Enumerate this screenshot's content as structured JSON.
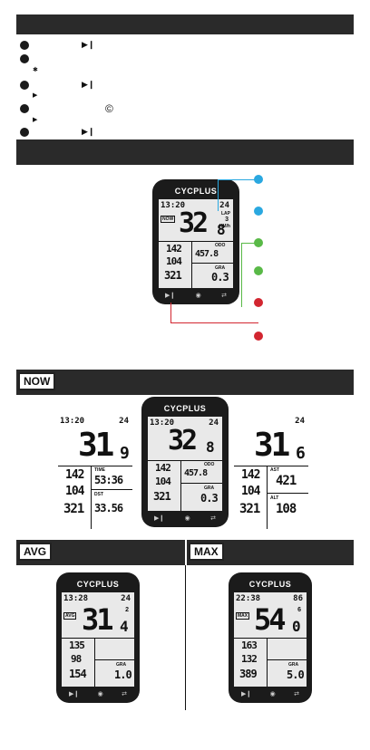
{
  "steps": {
    "play_icon": "▶❙",
    "sub_icon": "▶",
    "gear_icon": "©",
    "small_icon": "✱"
  },
  "colors": {
    "blue": "#2aa8e0",
    "green": "#59b947",
    "red": "#d22630",
    "dark": "#2a2a2a"
  },
  "device_main": {
    "brand": "CYCPLUS",
    "time": "13:20",
    "battery": "24",
    "speed_int": "32",
    "speed_dec": "8",
    "hr": "142",
    "cad": "104",
    "power": "321",
    "odo_label": "ODO",
    "odo": "457.8",
    "gra_label": "GRA",
    "gra": "0.3",
    "now_tag": "NOW",
    "lap_label": "LAP",
    "lap": "3",
    "unit": "KM/h"
  },
  "section_now": {
    "badge": "NOW",
    "left": {
      "time": "13:20",
      "battery": "24",
      "speed_int": "31",
      "speed_dec": "9",
      "hr": "142",
      "cad": "104",
      "power": "321",
      "time_label": "TIME",
      "time_val": "53:36",
      "dst_label": "DST",
      "dst_val": "33.56"
    },
    "center": {
      "brand": "CYCPLUS",
      "time": "13:20",
      "battery": "24",
      "speed_int": "32",
      "speed_dec": "8",
      "hr": "142",
      "cad": "104",
      "power": "321",
      "odo_label": "ODO",
      "odo": "457.8",
      "gra_label": "GRA",
      "gra": "0.3"
    },
    "right": {
      "battery": "24",
      "speed_int": "31",
      "speed_dec": "6",
      "hr": "142",
      "cad": "104",
      "power": "321",
      "ast_label": "AST",
      "ast_val": "421",
      "alt_label": "ALT",
      "alt_val": "108"
    }
  },
  "section_avg": {
    "badge": "AVG",
    "brand": "CYCPLUS",
    "time": "13:28",
    "battery": "24",
    "speed_int": "31",
    "speed_dec": "4",
    "hr": "135",
    "cad": "98",
    "power": "154",
    "gra_label": "GRA",
    "gra": "1.0",
    "lap": "2",
    "tag": "AVG"
  },
  "section_max": {
    "badge": "MAX",
    "brand": "CYCPLUS",
    "time": "22:38",
    "battery": "86",
    "speed_int": "54",
    "speed_dec": "0",
    "hr": "163",
    "cad": "132",
    "power": "389",
    "gra_label": "GRA",
    "gra": "5.0",
    "lap": "6",
    "tag": "MAX"
  }
}
